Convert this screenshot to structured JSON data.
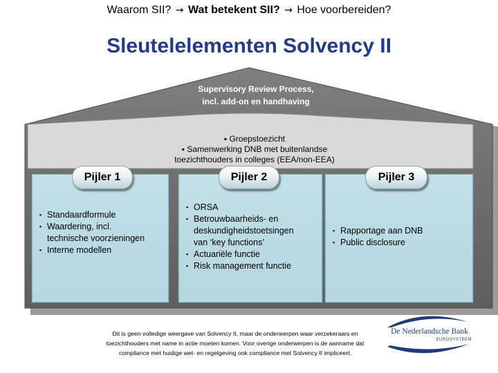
{
  "breadcrumb": {
    "step1": "Waarom SII?",
    "arrow": "→",
    "step2": "Wat betekent SII?",
    "step3": "Hoe voorbereiden?"
  },
  "title": "Sleutelelementen Solvency II",
  "roof": {
    "caption_line1": "Supervisory Review Process,",
    "caption_line2": "incl. add-on en handhaving",
    "items": [
      "Groepstoezicht",
      "Samenwerking DNB met buitenlandse",
      "toezichthouders in colleges (EEA/non-EEA)"
    ]
  },
  "pillars": [
    {
      "label": "Pijler 1",
      "items": [
        "Standaardformule",
        "Waardering, incl.",
        "technische voorzieningen",
        "Interne modellen"
      ]
    },
    {
      "label": "Pijler 2",
      "items": [
        "ORSA",
        "Betrouwbaarheids- en",
        "deskundigheidstoetsingen",
        "van ‘key functions’",
        "Actuariële functie",
        "Risk management functie"
      ]
    },
    {
      "label": "Pijler 3",
      "items": [
        "Rapportage aan DNB",
        "Public disclosure"
      ]
    }
  ],
  "bullet": "▪",
  "disclaimer": [
    "Dit is geen volledige weergave van Solvency II, maar de onderwerpen waar verzekeraars en",
    "toezichthouders met name in actie moeten komen. Voor overige onderwerpen is de aanname dat",
    "compliance met huidige wet- en regelgeving ook compliance met Solvency II impliceert."
  ],
  "logo": {
    "name": "De Nederlandsche Bank",
    "subtitle": "EUROSYSTEEM"
  },
  "colors": {
    "title": "#1f3a8f",
    "house_frame": "#6e6e6e",
    "pillar_fill": "#bcdde6",
    "logo": "#1f3a7f"
  }
}
